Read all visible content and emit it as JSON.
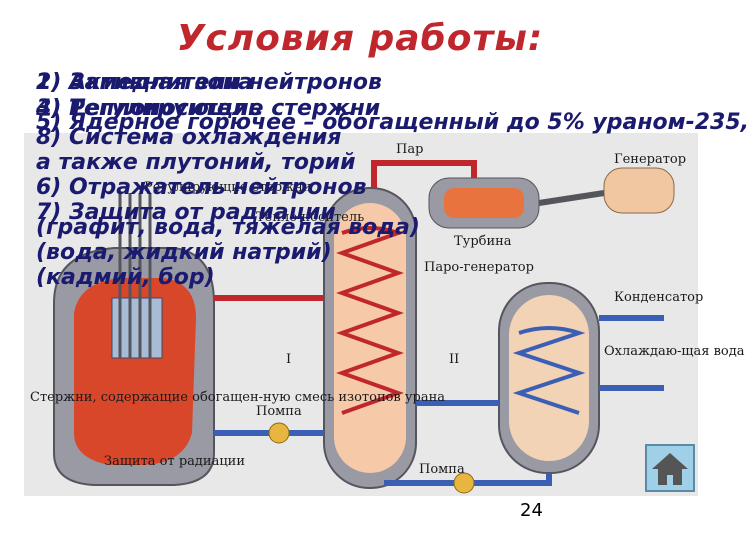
{
  "slide": {
    "title": "Условия работы:",
    "page_number": "24"
  },
  "conditions": [
    "1) Активная зона",
    "2) Замедлители нейтронов",
    "3) Теплоноситель",
    "4) Регулирующие стержни",
    "5) Ядерное горючее – обогащенный до 5% ураном-235,",
    "а также плутоний, торий",
    "(графит, вода, тяжелая вода)",
    "(вода, жидкий натрий)",
    "(кадмий, бор)",
    "6) Отражатель нейтронов",
    "7) Защита от радиации",
    "8) Система охлаждения"
  ],
  "diagram": {
    "labels": {
      "control_rods": "Регулирующие стержни",
      "coolant": "Тепло-носитель",
      "steam": "Пар",
      "turbine": "Турбина",
      "generator": "Генератор",
      "steam_generator": "Паро-генератор",
      "condenser": "Конденсатор",
      "cooling_water": "Охлаждаю-щая вода",
      "fuel_rods": "Стержни, содержащие обогащен-ную смесь изотопов урана",
      "pump_1": "Помпа",
      "pump_2": "Помпа",
      "protection": "Защита от радиации",
      "circuit_1": "I",
      "circuit_2": "II"
    }
  },
  "nav": {
    "home_icon": "home-icon"
  }
}
